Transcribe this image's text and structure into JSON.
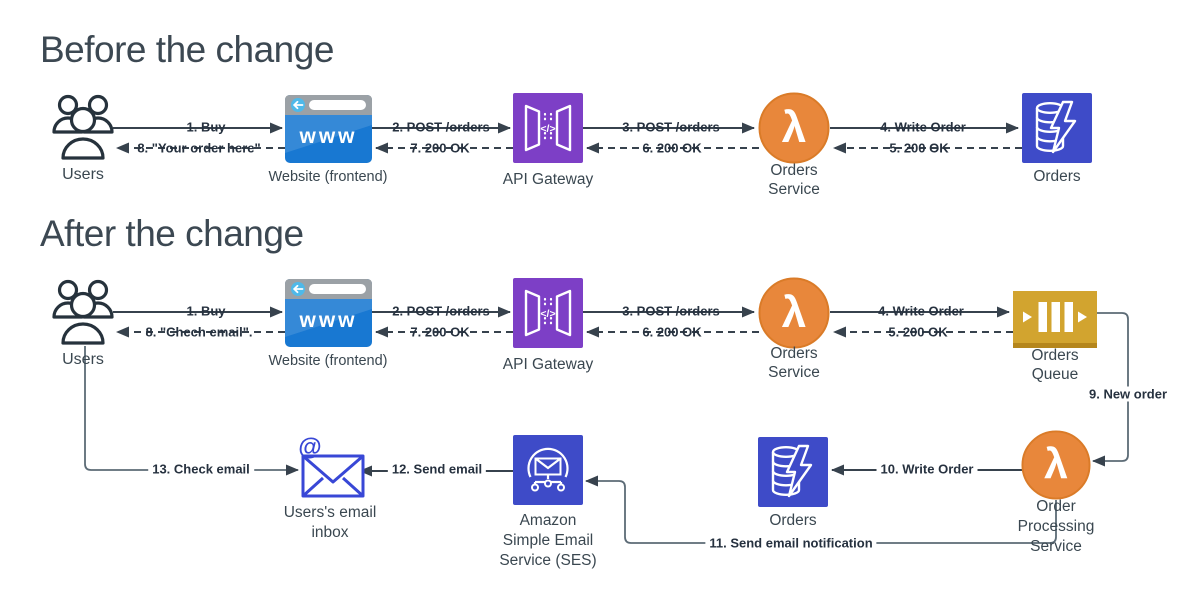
{
  "colors": {
    "arrow": "#37424d",
    "connector": "#5c6b76",
    "people-ink": "#26323c",
    "browser-blue": "#1878d2",
    "browser-bar": "#9ba1a6",
    "browser-accent": "#4fb9e9",
    "gateway-purple": "#7d3fc6",
    "lambda-orange": "#e8873b",
    "lambda-border": "#da7b28",
    "db-indigo": "#3e4bc8",
    "queue-gold": "#d2a42f",
    "queue-strip": "#b5861c",
    "mail-blue": "#3847d6"
  },
  "before": {
    "title": "Before the change",
    "nodes": {
      "users": "Users",
      "website": "Website (frontend)",
      "api_gateway": "API Gateway",
      "orders_service": [
        "Orders",
        "Service"
      ],
      "orders_db": "Orders"
    },
    "flows": {
      "f1": "1. Buy",
      "f2": "2. POST /orders",
      "f3": "3. POST /orders",
      "f4": "4. Write Order",
      "f5": "5. 200 OK",
      "f6": "6. 200 OK",
      "f7": "7. 200 OK",
      "f8": "8. \"Your order here\""
    }
  },
  "after": {
    "title": "After the change",
    "nodes": {
      "users": "Users",
      "website": "Website (frontend)",
      "api_gateway": "API Gateway",
      "orders_service": [
        "Orders",
        "Service"
      ],
      "orders_queue": [
        "Orders",
        "Queue"
      ],
      "order_processing": [
        "Order",
        "Processing",
        "Service"
      ],
      "orders_db": "Orders",
      "ses": [
        "Amazon",
        "Simple Email",
        "Service (SES)"
      ],
      "inbox": [
        "Users's email",
        "inbox"
      ]
    },
    "flows": {
      "f1": "1. Buy",
      "f2": "2. POST /orders",
      "f3": "3. POST /orders",
      "f4": "4. Write Order",
      "f5": "5. 200 OK",
      "f6": "6. 200 OK",
      "f7": "7. 200 OK",
      "f8": "8. \"Chech email\".",
      "f9": "9. New order",
      "f10": "10. Write Order",
      "f11": "11. Send email notification",
      "f12": "12. Send email",
      "f13": "13. Check email"
    }
  },
  "icons": {
    "www": "www",
    "lambda": "λ",
    "code": "</>",
    "at": "@"
  }
}
